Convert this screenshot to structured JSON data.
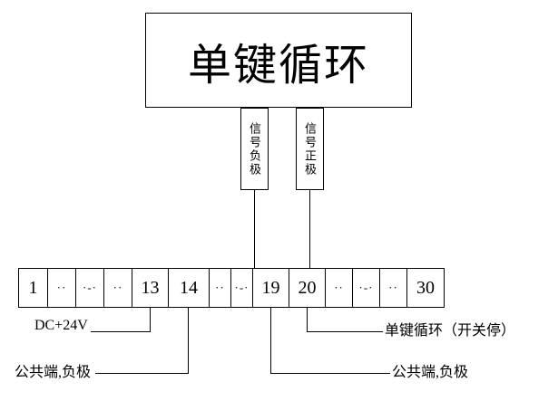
{
  "device": {
    "title": "单键循环"
  },
  "signals": [
    {
      "label": "信号负极"
    },
    {
      "label": "信号正极"
    }
  ],
  "strip": {
    "cells": [
      "1",
      "··",
      "·-·",
      "··",
      "13",
      "14",
      "··",
      "·-·",
      "19",
      "20",
      "··",
      "·-·",
      "··",
      "30"
    ]
  },
  "annotations": {
    "dc_24v": "DC+24V",
    "common_negative_left": "公共端,负极",
    "common_negative_right": "公共端,负极",
    "single_key_cycle": "单键循环（开关停）"
  }
}
